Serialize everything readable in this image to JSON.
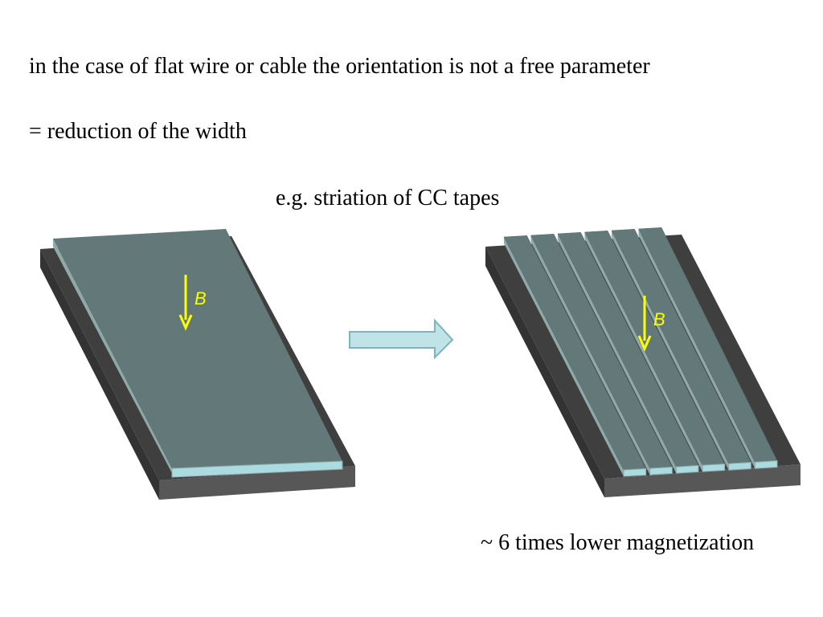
{
  "text": {
    "line1": "in the case of flat wire or cable the orientation is not a free parameter",
    "line2": "= reduction of the width",
    "line3": "e.g. striation of CC tapes",
    "line4": "~ 6 times lower magnetization"
  },
  "labels": {
    "field_left": "B",
    "field_right": "B"
  },
  "colors": {
    "tape_top": "#637878",
    "tape_edge_light": "#8fa8a8",
    "tape_cross_section": "#a9dbe0",
    "substrate_top": "#3f3f3f",
    "substrate_side": "#575757",
    "field_arrow": "#ffff00",
    "process_arrow_fill": "#bfe3e6",
    "process_arrow_stroke": "#7fb3bb"
  },
  "icons": {
    "field_arrow": "arrow-down-icon",
    "process_arrow": "arrow-right-icon"
  },
  "striation": {
    "filament_count": 6
  }
}
